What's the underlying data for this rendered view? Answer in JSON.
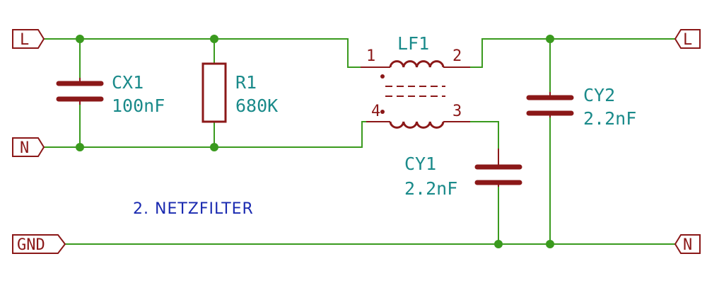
{
  "title": "2. NETZFILTER",
  "ports": {
    "left_l": "L",
    "left_n": "N",
    "left_gnd": "GND",
    "right_l": "L",
    "right_n": "N"
  },
  "components": {
    "cx1": {
      "ref": "CX1",
      "value": "100nF"
    },
    "r1": {
      "ref": "R1",
      "value": "680K"
    },
    "lf1": {
      "ref": "LF1",
      "pins": {
        "p1": "1",
        "p2": "2",
        "p3": "3",
        "p4": "4"
      }
    },
    "cy1": {
      "ref": "CY1",
      "value": "2.2nF"
    },
    "cy2": {
      "ref": "CY2",
      "value": "2.2nF"
    }
  },
  "colors": {
    "wire": "#3a9a1e",
    "component": "#8b1818",
    "reference": "#1a8a8a",
    "title": "#1a2ab0"
  }
}
